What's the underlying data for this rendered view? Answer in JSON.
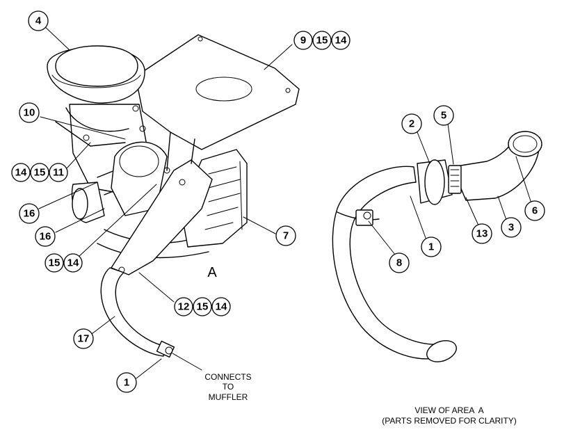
{
  "diagram": {
    "area_label": "A",
    "muffler_note": [
      "CONNECTS",
      "TO",
      "MUFFLER"
    ],
    "view_caption": [
      "VIEW OF AREA  A",
      "(PARTS REMOVED FOR CLARITY)"
    ],
    "callouts": {
      "c4": "4",
      "c9": "9",
      "c15a": "15",
      "c14a": "14",
      "c10": "10",
      "c14b": "14",
      "c15b": "15",
      "c11": "11",
      "c16a": "16",
      "c16b": "16",
      "c15c": "15",
      "c14c": "14",
      "c7": "7",
      "c12": "12",
      "c15d": "15",
      "c14d": "14",
      "c17": "17",
      "c1a": "1",
      "c2": "2",
      "c5": "5",
      "c6": "6",
      "c3": "3",
      "c13": "13",
      "c1b": "1",
      "c8": "8"
    }
  }
}
